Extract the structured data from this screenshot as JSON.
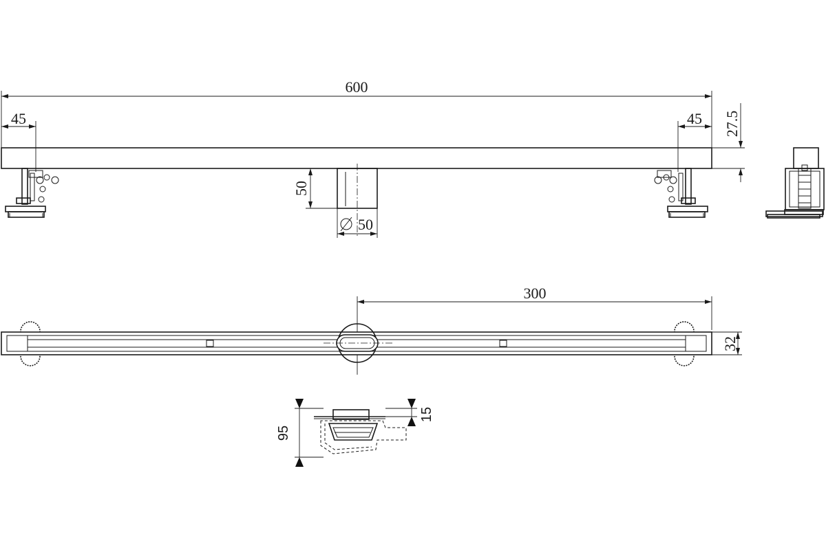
{
  "dimensions": {
    "overall_length": "600",
    "left_offset": "45",
    "right_offset": "45",
    "channel_height": "27.5",
    "outlet_height": "50",
    "outlet_diameter": "50",
    "center_distance": "300",
    "channel_width": "32",
    "section_depth": "95",
    "grate_depth": "15"
  },
  "colors": {
    "line": "#1a1a1a",
    "background": "#ffffff"
  }
}
